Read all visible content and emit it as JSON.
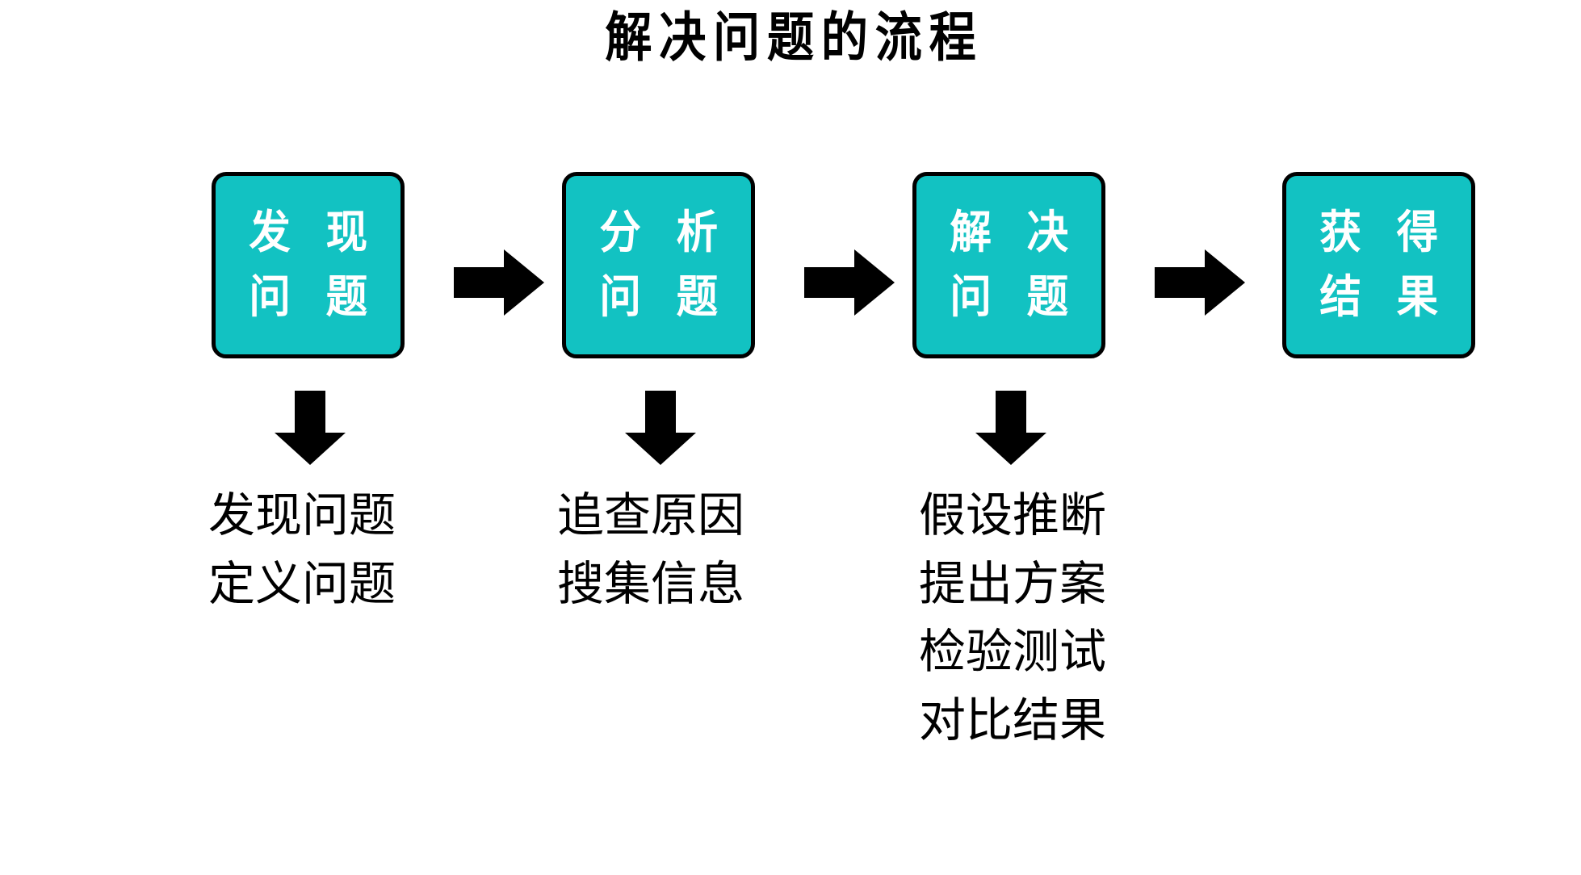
{
  "page": {
    "title": "解决问题的流程",
    "background_color": "#ffffff"
  },
  "theme": {
    "box_fill": "#12c2c2",
    "box_border": "#000000",
    "box_text": "#ffffff",
    "arrow_color": "#000000",
    "caption_text": "#000000"
  },
  "flow": {
    "steps": [
      {
        "id": "step-1",
        "box_line_1": "发 现",
        "box_line_2": "问 题",
        "captions": [
          "发现问题",
          "定义问题"
        ]
      },
      {
        "id": "step-2",
        "box_line_1": "分 析",
        "box_line_2": "问 题",
        "captions": [
          "追查原因",
          "搜集信息"
        ]
      },
      {
        "id": "step-3",
        "box_line_1": "解 决",
        "box_line_2": "问 题",
        "captions": [
          "假设推断",
          "提出方案",
          "检验测试",
          "对比结果"
        ]
      },
      {
        "id": "step-4",
        "box_line_1": "获 得",
        "box_line_2": "结 果",
        "captions": []
      }
    ],
    "connector_labels": {
      "right_arrow": "向右箭头",
      "down_arrow": "向下箭头"
    }
  }
}
